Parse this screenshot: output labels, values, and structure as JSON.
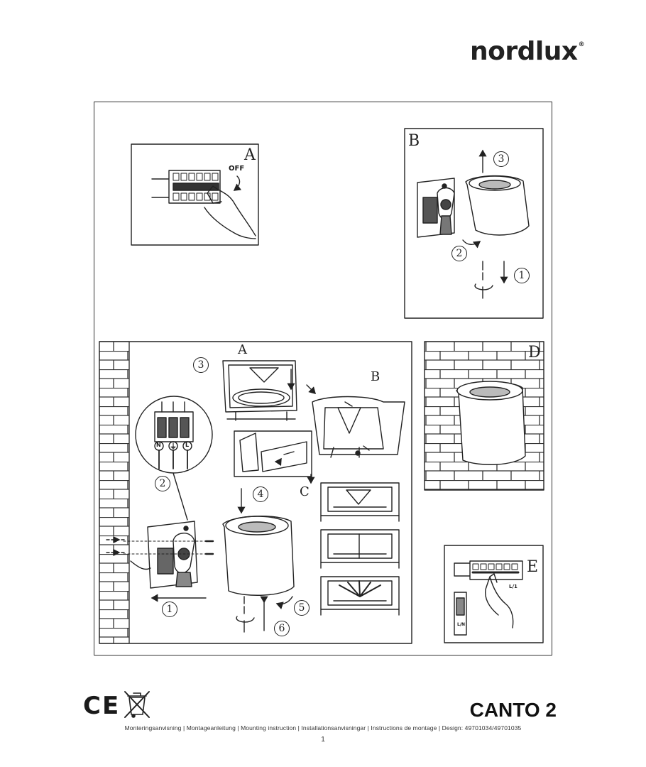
{
  "header": {
    "brand": "nordlux",
    "brand_mark": "®"
  },
  "steps": {
    "top_a": "A",
    "off_label": "OFF",
    "top_b": "B",
    "main_a": "A",
    "main_b": "B",
    "main_c": "C",
    "d": "D",
    "e": "E",
    "e_switch_label": "L/1",
    "e_device_label": "L/N"
  },
  "numbers": {
    "b_1": "1",
    "b_2": "2",
    "b_3": "3",
    "main_1": "1",
    "main_2": "2",
    "main_3": "3",
    "main_4": "4",
    "main_5": "5",
    "main_6": "6"
  },
  "terminals": {
    "n": "N",
    "earth": "⏚",
    "l": "L"
  },
  "footer": {
    "ce": "CE",
    "product": "CANTO 2",
    "languages": "Monteringsanvisning | Montageanleitung | Mounting instruction | Installationsanvisningar | Instructions de montage | Design: 49701034/49701035",
    "page": "1"
  },
  "colors": {
    "ink": "#222222",
    "paper": "#ffffff",
    "shade": "#555555"
  }
}
